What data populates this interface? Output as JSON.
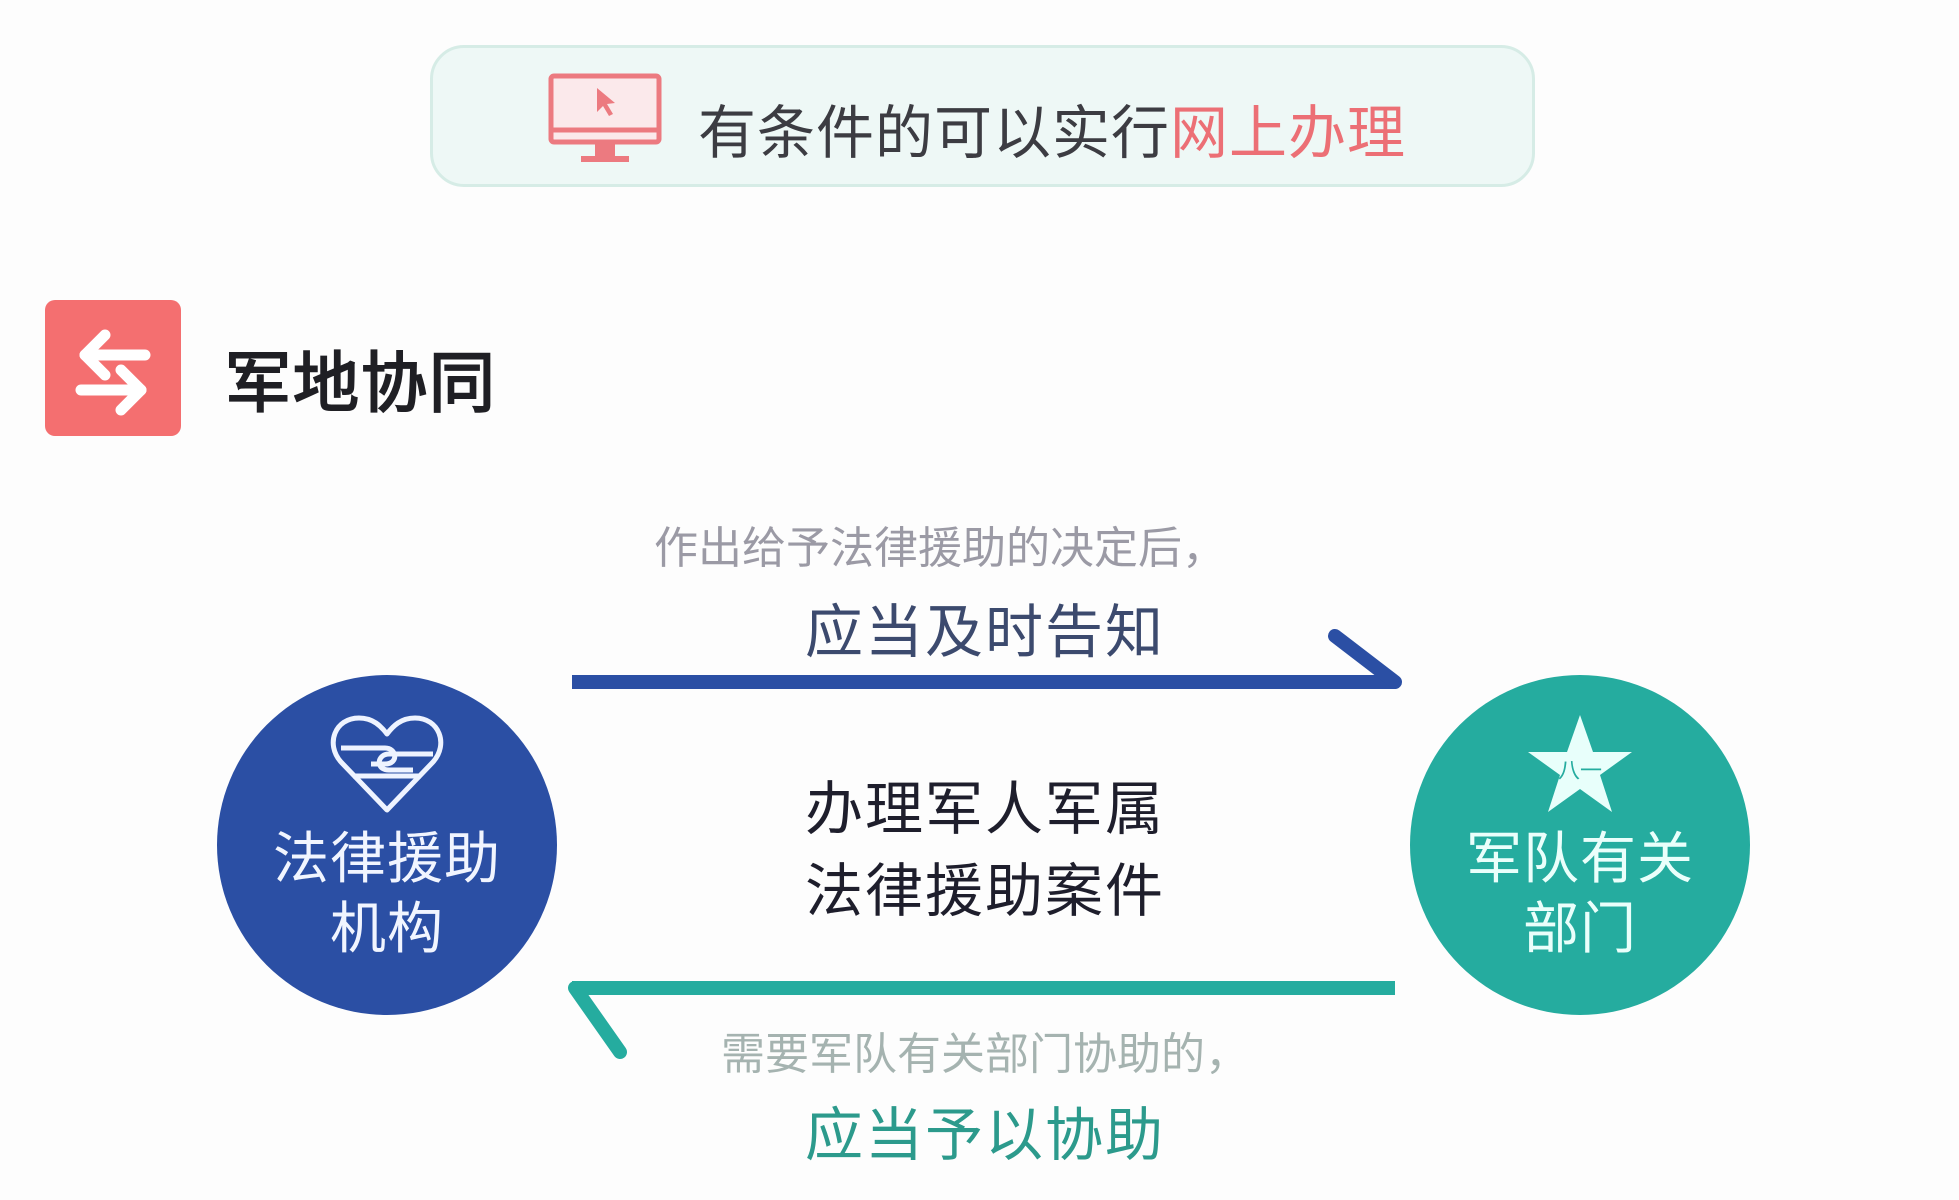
{
  "banner": {
    "text_plain": "有条件的可以实行",
    "text_highlight": "网上办理",
    "icon": "monitor-cursor-icon",
    "highlight_color": "#ec6f75",
    "background_color": "#eef8f6"
  },
  "section": {
    "title": "军地协同",
    "icon": "swap-arrows-icon",
    "icon_color": "#f46f70"
  },
  "nodes": {
    "left": {
      "label_line1": "法律援助",
      "label_line2": "机构",
      "icon": "heart-handshake-icon",
      "color": "#2b4fa4"
    },
    "right": {
      "label_line1": "军队有关",
      "label_line2": "部门",
      "icon": "military-star-icon",
      "color": "#25ac9f"
    }
  },
  "flows": {
    "top": {
      "direction": "left-to-right",
      "caption_small": "作出给予法律援助的决定后，",
      "caption_big": "应当及时告知",
      "color": "#2b4fa4"
    },
    "middle": {
      "line1": "办理军人军属",
      "line2": "法律援助案件"
    },
    "bottom": {
      "direction": "right-to-left",
      "caption_small": "需要军队有关部门协助的，",
      "caption_big": "应当予以协助",
      "color": "#25ac9f"
    }
  }
}
